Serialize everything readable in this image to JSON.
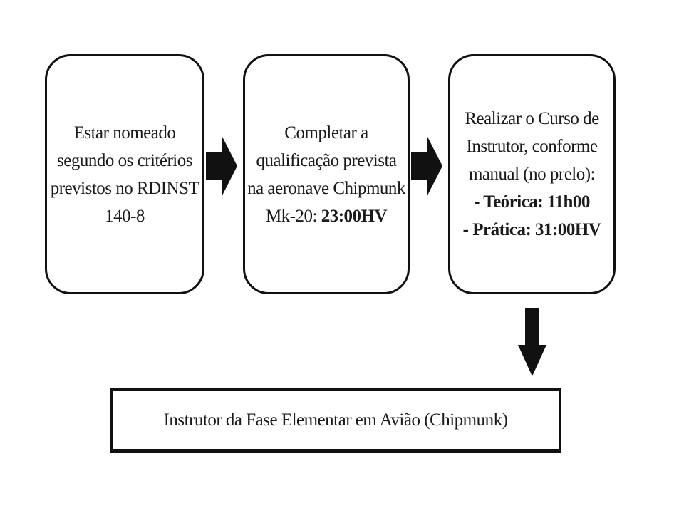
{
  "steps": [
    {
      "lines": [
        "Estar nomeado",
        "segundo os critérios",
        "previstos no RDINST",
        "140-8"
      ]
    },
    {
      "lines": [
        "Completar a",
        "qualificação prevista",
        "na aeronave Chipmunk"
      ],
      "last_line_prefix": "Mk-20: ",
      "last_line_bold": "23:00HV"
    },
    {
      "lines": [
        "Realizar o Curso de",
        "Instrutor, conforme",
        "manual (no prelo):"
      ],
      "bold_lines": [
        "- Teórica: 11h00",
        "- Prática: 31:00HV"
      ]
    }
  ],
  "result": "Instrutor da Fase Elementar em Avião (Chipmunk)",
  "colors": {
    "stroke": "#111111",
    "text": "#1a1a1a",
    "background": "#ffffff"
  },
  "icons": [
    "arrow-right-icon",
    "arrow-right-icon",
    "arrow-down-icon"
  ]
}
